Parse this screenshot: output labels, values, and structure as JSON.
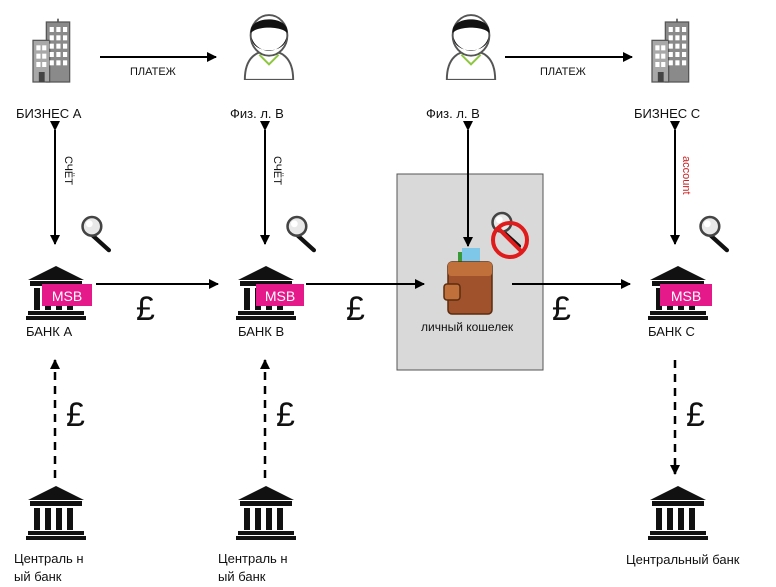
{
  "nodes": {
    "business_a": "БИЗНЕС А",
    "person_b_left": "Физ. л. В",
    "person_b_right": "Физ. л. В",
    "business_c": "БИЗНЕС С",
    "bank_a": "БАНК А",
    "bank_b": "БАНК В",
    "bank_c": "БАНК С",
    "wallet": "личный кошелек",
    "central_bank_1_line1": "Централь н",
    "central_bank_1_line2": "ый банк",
    "central_bank_2_line1": "Централь н",
    "central_bank_2_line2": "ый банк",
    "central_bank_3": "Центральный банк"
  },
  "bank_badge": "MSB",
  "edges": {
    "payment_1": "ПЛАТЕЖ",
    "payment_2": "ПЛАТЕЖ",
    "account_1": "СЧЁТ",
    "account_2": "СЧЁТ",
    "account_3": "account",
    "currency": "£"
  },
  "colors": {
    "badge": "#e6198a",
    "wallet_panel": "#d9d9d9",
    "account_red": "#cc2222",
    "icon_gray": "#8a8a8a"
  },
  "icons": [
    "building-icon",
    "person-icon",
    "bank-icon",
    "magnifier-icon",
    "wallet-icon",
    "no-search-icon"
  ]
}
